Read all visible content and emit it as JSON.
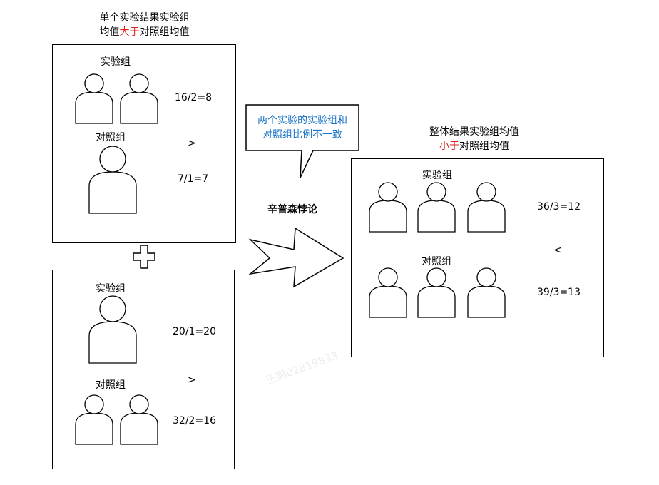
{
  "top_title": {
    "line1": "单个实验结果实验组",
    "line2_pre": "均值",
    "line2_red": "大于",
    "line2_post": "对照组均值"
  },
  "box1": {
    "exp_label": "实验组",
    "exp_ratio": "16/2=8",
    "op": ">",
    "ctrl_label": "对照组",
    "ctrl_ratio": "7/1=7"
  },
  "plus_symbol": "+",
  "box2": {
    "exp_label": "实验组",
    "exp_ratio": "20/1=20",
    "op": ">",
    "ctrl_label": "对照组",
    "ctrl_ratio": "32/2=16"
  },
  "callout": {
    "line1": "两个实验的实验组和",
    "line2": "对照组比例不一致"
  },
  "center_label": "辛普森悖论",
  "right_title": {
    "line1": "整体结果实验组均值",
    "line2_red": "小于",
    "line2_post": "对照组均值"
  },
  "box3": {
    "exp_label": "实验组",
    "exp_ratio": "36/3=12",
    "op": "<",
    "ctrl_label": "对照组",
    "ctrl_ratio": "39/3=13"
  },
  "watermark": "王鹏02819833",
  "colors": {
    "red": "#e0211b",
    "blue": "#1a73c7",
    "border": "#000000"
  }
}
